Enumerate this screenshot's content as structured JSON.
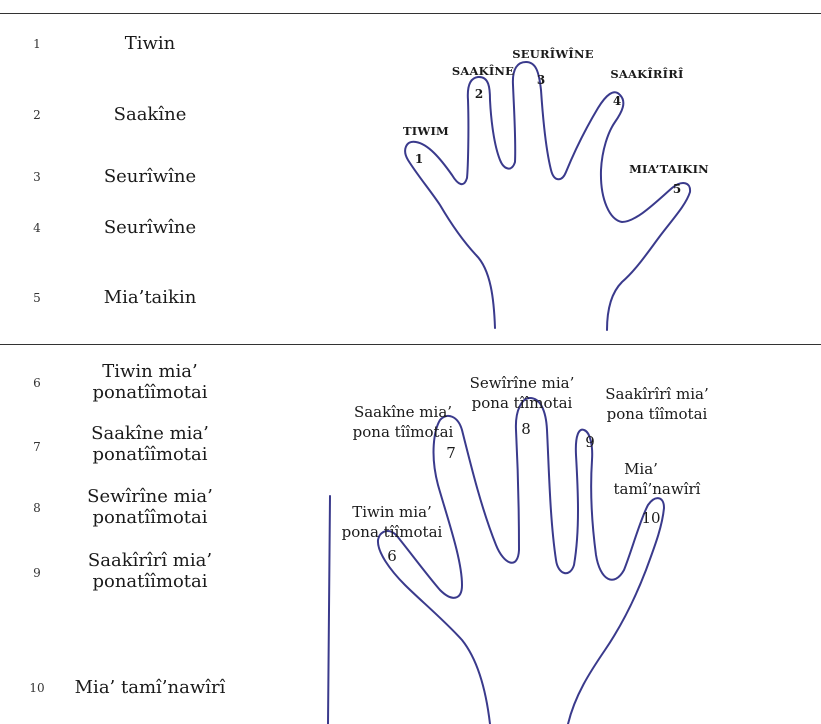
{
  "rows_top": [
    {
      "num": "1",
      "word": "Tiwin"
    },
    {
      "num": "2",
      "word": "Saakîne"
    },
    {
      "num": "3",
      "word": "Seurîwîne"
    },
    {
      "num": "4",
      "word": "Seurîwîne"
    },
    {
      "num": "5",
      "word": "Mia’taikin"
    }
  ],
  "rows_bottom": [
    {
      "num": "6",
      "word": "Tiwin mia’ ponatîîmotai"
    },
    {
      "num": "7",
      "word": "Saakîne mia’ ponatîîmotai"
    },
    {
      "num": "8",
      "word": "Sewîrîne mia’ ponatîîmotai"
    },
    {
      "num": "9",
      "word": "Saakîrîrî mia’ ponatîîmotai"
    },
    {
      "num": "10",
      "word": "Mia’ tamî’nawîrî"
    }
  ],
  "hand_top": {
    "labels": [
      "TIWIM",
      "SAAKÎNE",
      "SEURÎWÎNE",
      "SAAKÎRÎRÎ",
      "MIA’TAIKIN"
    ],
    "finger_numbers": [
      "1",
      "2",
      "3",
      "4",
      "5"
    ]
  },
  "hand_bottom": {
    "labels": [
      [
        "Tiwin mia’",
        "pona tîîmotai"
      ],
      [
        "Saakîne mia’",
        "pona tîîmotai"
      ],
      [
        "Sewîrîne mia’",
        "pona tîîmotai"
      ],
      [
        "Saakîrîrî mia’",
        "pona tîîmotai"
      ],
      [
        "Mia’",
        "tamî’nawîrî"
      ]
    ],
    "finger_numbers": [
      "6",
      "7",
      "8",
      "9",
      "10"
    ]
  },
  "colors": {
    "outline": "#3a3a8c",
    "rule": "#333333"
  }
}
